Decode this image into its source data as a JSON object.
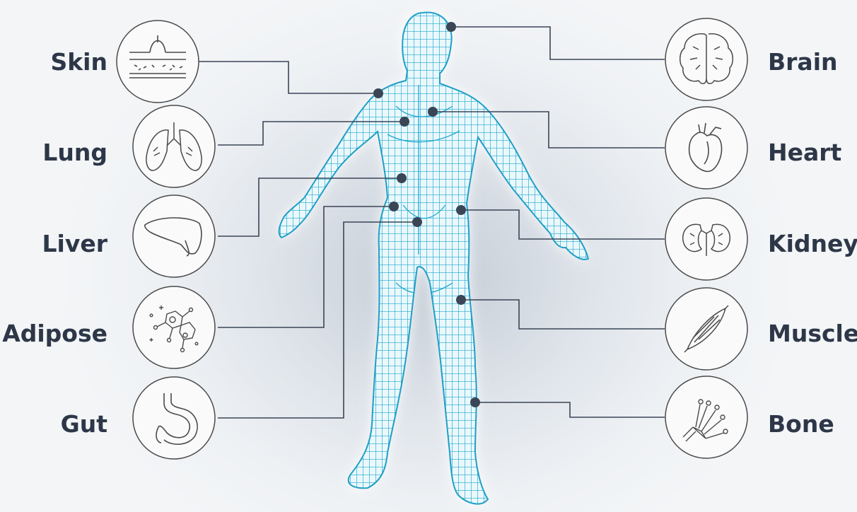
{
  "organs_left": [
    {
      "id": "skin",
      "label": "Skin",
      "icon": "skin-icon"
    },
    {
      "id": "lung",
      "label": "Lung",
      "icon": "lung-icon"
    },
    {
      "id": "liver",
      "label": "Liver",
      "icon": "liver-icon"
    },
    {
      "id": "adipose",
      "label": "Adipose",
      "icon": "adipose-icon"
    },
    {
      "id": "gut",
      "label": "Gut",
      "icon": "gut-icon"
    }
  ],
  "organs_right": [
    {
      "id": "brain",
      "label": "Brain",
      "icon": "brain-icon"
    },
    {
      "id": "heart",
      "label": "Heart",
      "icon": "heart-icon"
    },
    {
      "id": "kidney",
      "label": "Kidney",
      "icon": "kidney-icon"
    },
    {
      "id": "muscle",
      "label": "Muscle",
      "icon": "muscle-icon"
    },
    {
      "id": "bone",
      "label": "Bone",
      "icon": "bone-icon"
    }
  ],
  "colors": {
    "mesh": "#1fa8cf",
    "connector": "#3a4556",
    "label": "#2d3748",
    "icon_stroke": "#4a4a4a",
    "icon_fill": "#fafafa"
  }
}
